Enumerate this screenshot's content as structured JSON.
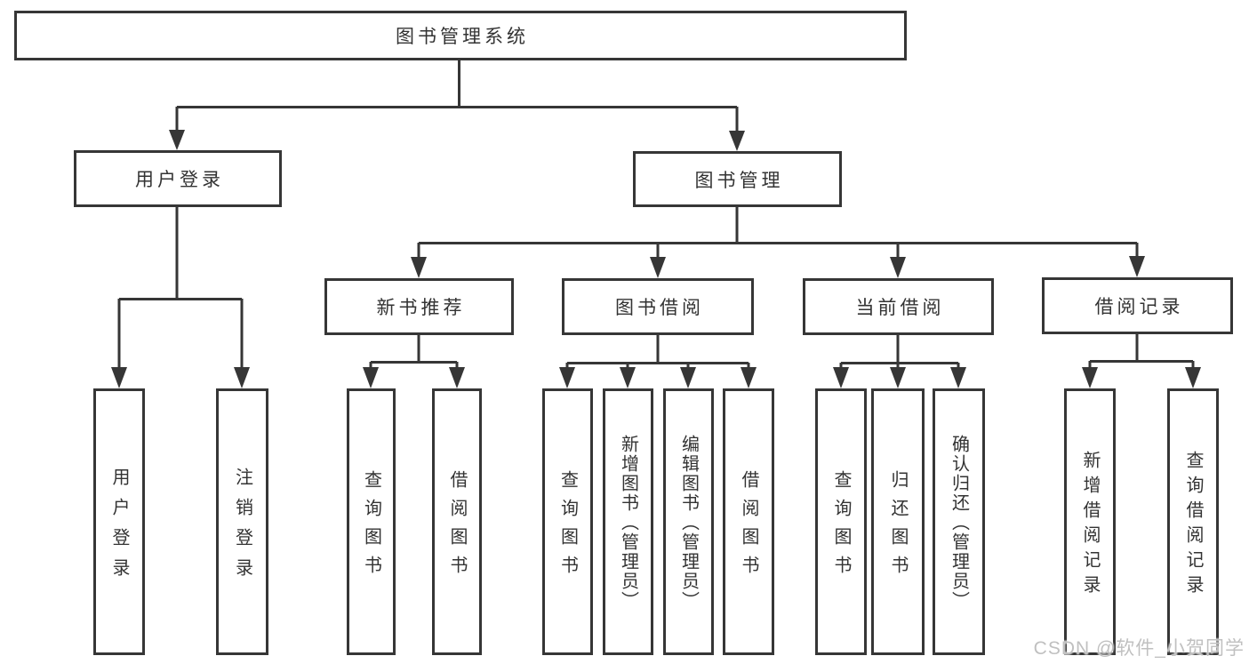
{
  "colors": {
    "line": "#363636",
    "box_border": "#363636",
    "box_bg": "#ffffff",
    "text": "#333333",
    "watermark": "#c0c0c0"
  },
  "watermark": {
    "text": "CSDN @软件_小贺同学"
  },
  "diagram": {
    "root": {
      "label": "图书管理系统"
    },
    "level2": [
      {
        "label": "用户登录"
      },
      {
        "label": "图书管理"
      }
    ],
    "level3": [
      {
        "label": "新书推荐"
      },
      {
        "label": "图书借阅"
      },
      {
        "label": "当前借阅"
      },
      {
        "label": "借阅记录"
      }
    ],
    "leaves": {
      "user_login": [
        {
          "label": "用户登录"
        },
        {
          "label": "注销登录"
        }
      ],
      "new_book": [
        {
          "label": "查询图书"
        },
        {
          "label": "借阅图书"
        }
      ],
      "book_borrow": [
        {
          "label": "查询图书"
        },
        {
          "label": "新增图书（管理员）"
        },
        {
          "label": "编辑图书（管理员）"
        },
        {
          "label": "借阅图书"
        }
      ],
      "current_borrow": [
        {
          "label": "查询图书"
        },
        {
          "label": "归还图书"
        },
        {
          "label": "确认归还（管理员）"
        }
      ],
      "borrow_record": [
        {
          "label": "新增借阅记录"
        },
        {
          "label": "查询借阅记录"
        }
      ]
    }
  }
}
